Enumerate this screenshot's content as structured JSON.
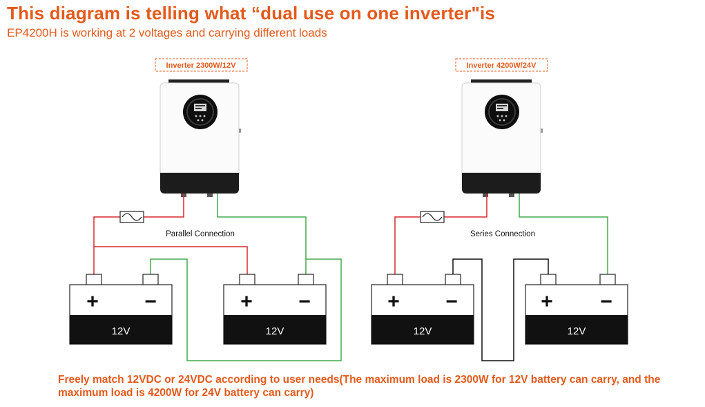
{
  "header": {
    "title": "This diagram is telling what “dual use on one inverter\"is",
    "subtitle": "EP4200H is working at 2 voltages and carrying different loads"
  },
  "left_system": {
    "inverter_label": "Inverter 2300W/12V",
    "connection_label": "Parallel Connection",
    "battery_1": {
      "plus": "+",
      "minus": "−",
      "voltage": "12V"
    },
    "battery_2": {
      "plus": "+",
      "minus": "−",
      "voltage": "12V"
    }
  },
  "right_system": {
    "inverter_label": "Inverter 4200W/24V",
    "connection_label": "Series Connection",
    "battery_1": {
      "plus": "+",
      "minus": "−",
      "voltage": "12V"
    },
    "battery_2": {
      "plus": "+",
      "minus": "−",
      "voltage": "12V"
    }
  },
  "footer": {
    "note": "Freely match 12VDC or 24VDC according to user needs(The maximum load is 2300W for 12V battery can carry, and the maximum load is 4200W for 24V battery can carry)"
  },
  "colors": {
    "accent": "#e35a1c",
    "positive_wire": "#d9292c",
    "negative_wire": "#43a84a",
    "series_wire": "#111111",
    "battery_band": "#111111"
  },
  "icons": [
    "fuse-icon",
    "inverter-device",
    "battery"
  ]
}
